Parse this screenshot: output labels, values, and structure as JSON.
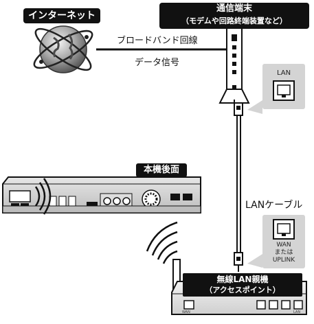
{
  "labels": {
    "internet": "インターネット",
    "modem_line1": "通信端末",
    "modem_line2": "（モデムや回路終端装置など）",
    "broadband": "ブロードバンド回線",
    "data_signal": "データ信号",
    "lan_port": "LAN",
    "recorder_rear": "本機後面",
    "lan_cable": "LANケーブル",
    "wan_line1": "WAN",
    "wan_line2": "または",
    "wan_line3": "UPLINK",
    "router_line1": "無線LAN親機",
    "router_line2": "（アクセスポイント）",
    "router_port_wan": "WAN",
    "router_port_lan": "LAN"
  },
  "colors": {
    "dark": "#111111",
    "mid_gray": "#7a7a7a",
    "light_gray": "#d4d4d4",
    "panel_gray": "#c9c9c9"
  }
}
